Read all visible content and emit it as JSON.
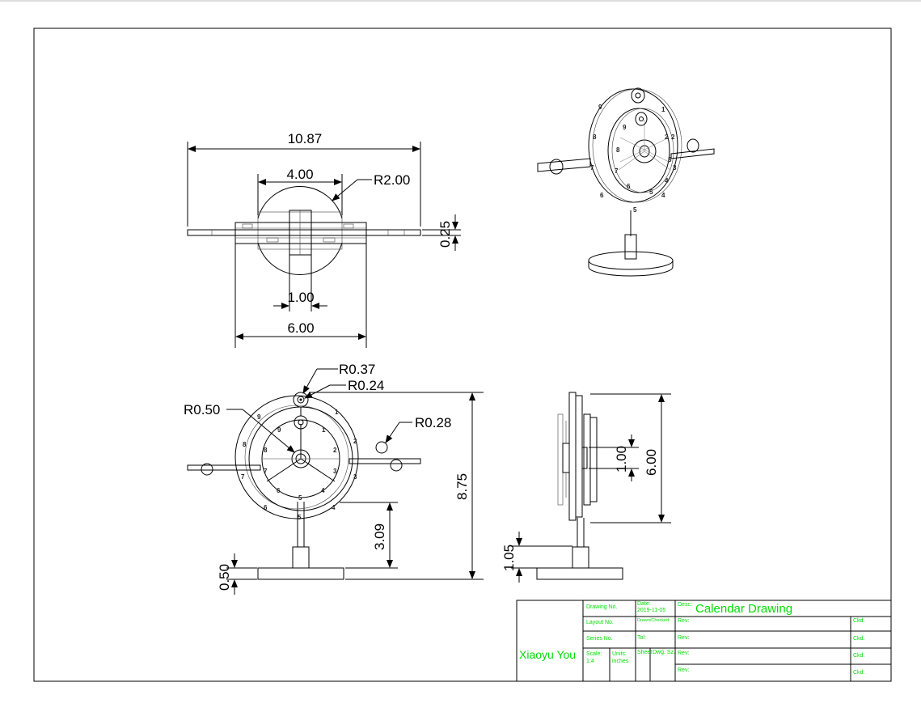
{
  "dimensions": {
    "top_overall_width": "10.87",
    "top_sphere_width": "4.00",
    "top_sphere_radius": "R2.00",
    "top_thickness": "0.25",
    "top_hub_width": "1.00",
    "top_ring_width": "6.00",
    "front_r037": "R0.37",
    "front_r024": "R0.24",
    "front_r050": "R0.50",
    "front_r028": "R0.28",
    "front_height": "8.75",
    "front_center_height": "3.09",
    "front_base_thickness": "0.50",
    "side_hub": "1.00",
    "side_ring": "6.00",
    "side_base": "1.05"
  },
  "dial_numbers": [
    "1",
    "2",
    "3",
    "4",
    "5",
    "6",
    "7",
    "8",
    "9"
  ],
  "title_block": {
    "author": "Xiaoyu You",
    "drawing_no_label": "Drawing No.",
    "layout_no_label": "Layout No.",
    "series_no_label": "Series No.",
    "scale_label": "Scale:",
    "scale_value": "1:4",
    "units_label": "Units:",
    "units_value": "inches",
    "date_label": "Date:",
    "date_value": "2019-11-05",
    "drawn_label": "Drawn/Checked",
    "tol_label": "Tol:",
    "sheet_label": "Sheet",
    "dwg_sz_label": "Dwg. Sz.",
    "desc_label": "Desc:",
    "desc_value": "Calendar Drawing",
    "rev_label": "Rev:",
    "ckd_label": "Ckd."
  },
  "colors": {
    "title_block_text": "#00dd00",
    "lines": "#000000"
  }
}
